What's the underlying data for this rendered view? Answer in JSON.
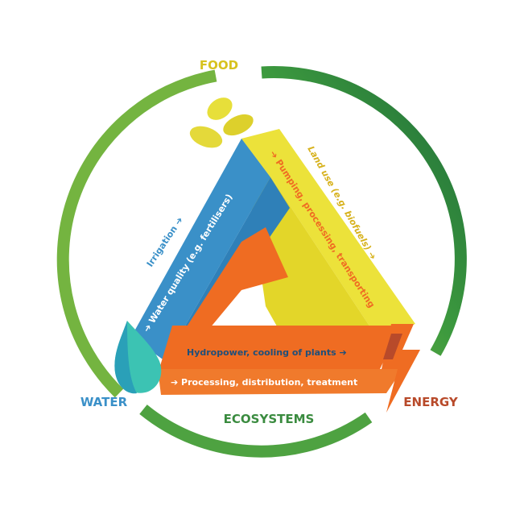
{
  "nodes": {
    "food": "FOOD",
    "water": "WATER",
    "energy": "ENERGY",
    "ecosystems": "ECOSYSTEMS"
  },
  "links": {
    "irrigation": "Irrigation ➔",
    "water_quality": "➔ Water quality (e.g. fertilisers)",
    "pumping": "➔ Pumping, processing, transporting",
    "land_use": "Land use (e.g. biofuels) ➔",
    "hydropower": "Hydropower, cooling of plants ➔",
    "processing": "➔ Processing, distribution, treatment"
  },
  "colors": {
    "food": "#d7c21e",
    "food_band": "#ece23a",
    "water": "#3a90c8",
    "water_drop": "#3cc3b3",
    "energy": "#ef6c22",
    "energy_dark": "#b84a2a",
    "ecosystems": "#3a8b3f",
    "ring_light": "#6fb23f",
    "ring_dark": "#1f6d3a",
    "leaf": "#e7df3a"
  },
  "icons": [
    "leaf-icon",
    "water-drop-icon",
    "lightning-bolt-icon"
  ]
}
